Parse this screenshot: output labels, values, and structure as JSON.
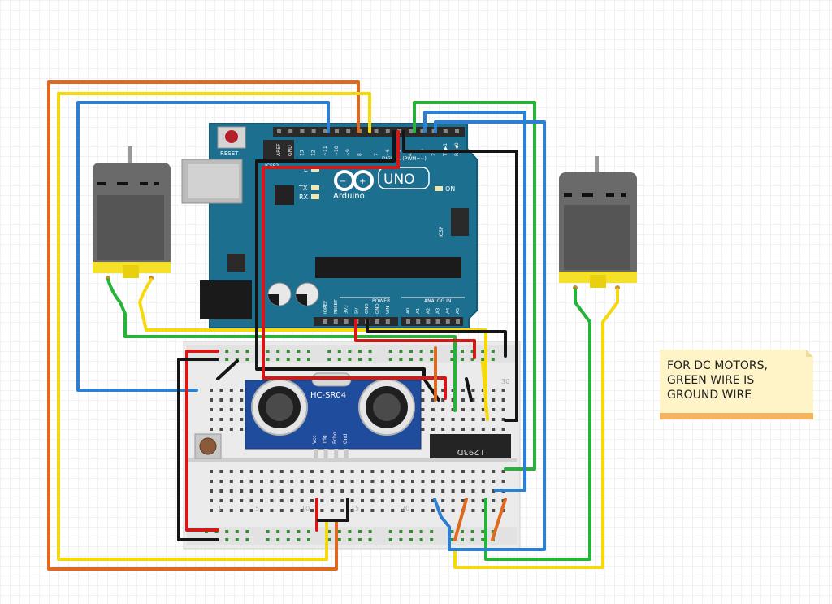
{
  "arduino": {
    "brand": "Arduino",
    "model": "UNO",
    "reset_label": "RESET",
    "icsp_top_label": "ICSP2",
    "icsp_right_label": "ICSP",
    "tx_label": "TX",
    "rx_label": "RX",
    "l_label": "L",
    "on_label": "ON",
    "digital_label": "DIGITAL (PWM=~)",
    "power_label": "POWER",
    "analog_label": "ANALOG IN",
    "top_pins": [
      "AREF",
      "GND",
      "13",
      "12",
      "~11",
      "~10",
      "~9",
      "8",
      "7",
      "~6",
      "~5",
      "4",
      "~3",
      "2",
      "TX▶1",
      "RX◀0"
    ],
    "power_pins": [
      "IOREF",
      "RESET",
      "3V3",
      "5V",
      "GND",
      "GND",
      "VIN"
    ],
    "analog_pins": [
      "A0",
      "A1",
      "A2",
      "A3",
      "A4",
      "A5"
    ],
    "board_color": "#1d6f8f"
  },
  "sensor": {
    "name": "HC-SR04",
    "pins": [
      "Vcc",
      "Trig",
      "Echo",
      "Gnd"
    ]
  },
  "driver_ic": {
    "label": "L293D"
  },
  "breadboard": {
    "column_numbers": [
      "1",
      "5",
      "10",
      "15",
      "20",
      "30"
    ]
  },
  "note": {
    "lines": [
      "FOR DC MOTORS,",
      "GREEN WIRE IS",
      "GROUND WIRE"
    ],
    "color": "#fff4c8",
    "border": "#f4b35f"
  },
  "wire_colors": {
    "orange": "#e0691e",
    "yellow": "#f5d90d",
    "blue": "#2d7fd1",
    "green": "#27b23a",
    "red": "#d41717",
    "black": "#151515"
  }
}
